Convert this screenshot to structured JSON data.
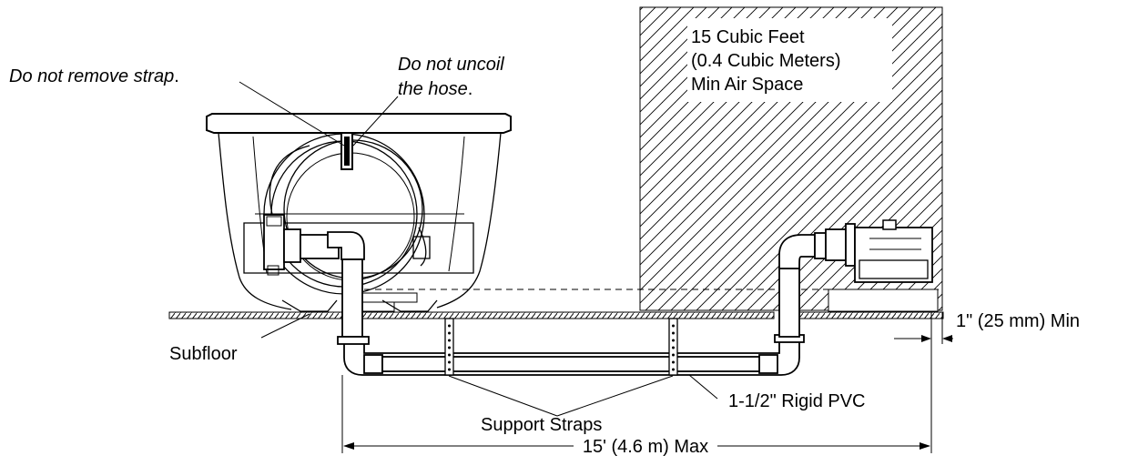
{
  "labels": {
    "air_space_1": "15 Cubic Feet",
    "air_space_2": "(0.4 Cubic Meters)",
    "air_space_3": "Min Air Space",
    "remove_strap_a": "Do not remove strap",
    "remove_strap_b": ".",
    "uncoil_1": "Do not uncoil",
    "uncoil_2a": "the hose",
    "uncoil_2b": ".",
    "subfloor": "Subfloor",
    "clearance": "1\" (25 mm) Min",
    "pvc": "1-1/2\" Rigid PVC",
    "support_straps": "Support Straps",
    "max_length": "15' (4.6 m) Max"
  }
}
